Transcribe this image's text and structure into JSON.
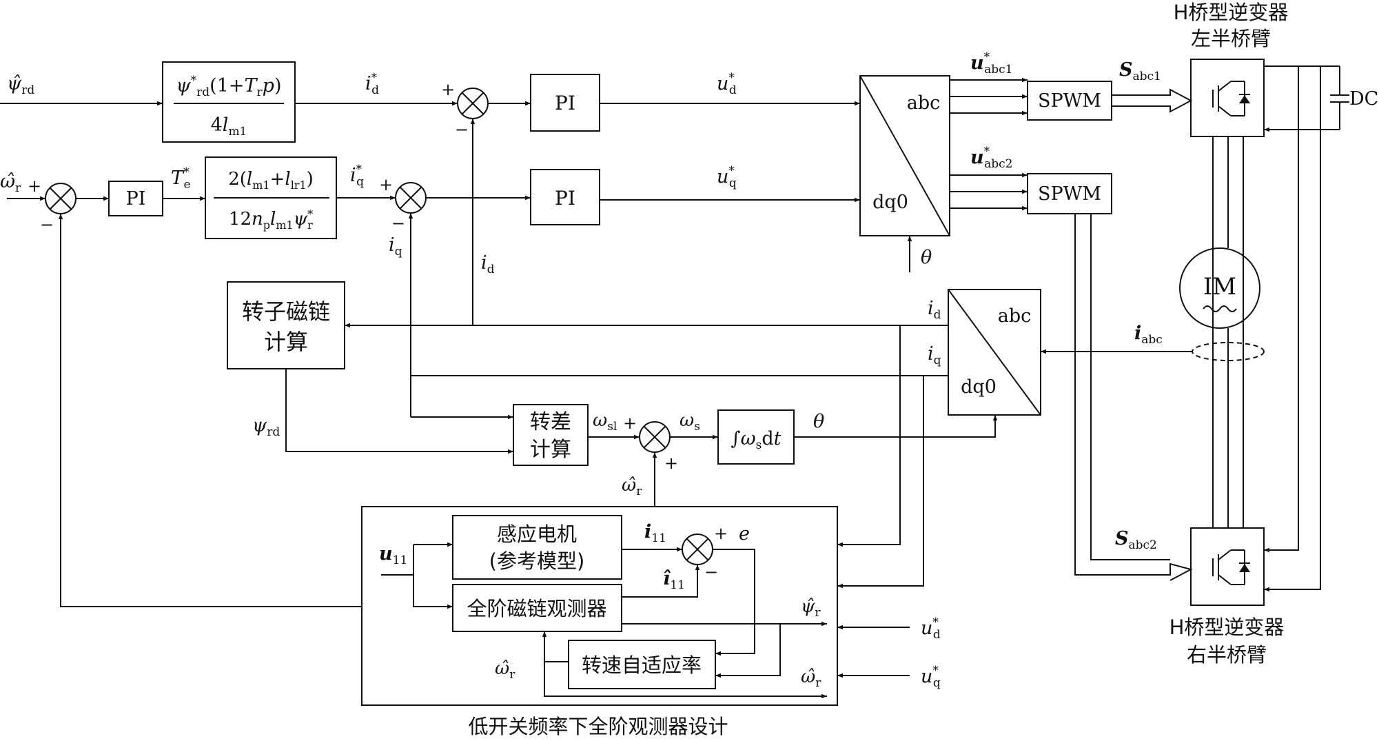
{
  "blocks": {
    "flux_ref": {
      "num": "ψ*rd(1+Trp)",
      "den": "4lm1"
    },
    "torque_gain": {
      "num": "2(lm1+llr1)",
      "den": "12nplm1ψ*r"
    },
    "pi": "PI",
    "abc": "abc",
    "dq0": "dq0",
    "spwm": "SPWM",
    "motor": "IM",
    "dc": "DC",
    "rotor_flux_calc": [
      "转子磁链",
      "计算"
    ],
    "slip_calc": [
      "转差",
      "计算"
    ],
    "integrator": "∫ωsdt",
    "ref_model": [
      "感应电机",
      "(参考模型)"
    ],
    "full_order_observer": "全阶磁链观测器",
    "speed_adaptive_law": "转速自适应率"
  },
  "labels": {
    "inv_left": [
      "H桥型逆变器",
      "左半桥臂"
    ],
    "inv_right": [
      "H桥型逆变器",
      "右半桥臂"
    ],
    "observer_section": "低开关频率下全阶观测器设计"
  },
  "signals": {
    "psi_rd_hat": "ψ̂rd",
    "omega_r_hat": "ω̂r",
    "id_ref": "i*d",
    "iq_ref": "i*q",
    "te_ref": "T*e",
    "ud_ref": "u*d",
    "uq_ref": "u*q",
    "uabc1": "u*abc1",
    "uabc2": "u*abc2",
    "sabc1": "Sabc1",
    "sabc2": "Sabc2",
    "iabc": "iabc",
    "theta": "θ",
    "id": "id",
    "iq": "iq",
    "psi_rd": "ψrd",
    "omega_sl": "ωsl",
    "omega_s": "ωs",
    "u11": "u11",
    "i11": "i11",
    "i11_hat": "î11",
    "e": "e",
    "psi_r_hat": "ψ̂r",
    "plus": "+",
    "minus": "−"
  },
  "colors": {
    "line": "#111111",
    "background": "#ffffff"
  }
}
